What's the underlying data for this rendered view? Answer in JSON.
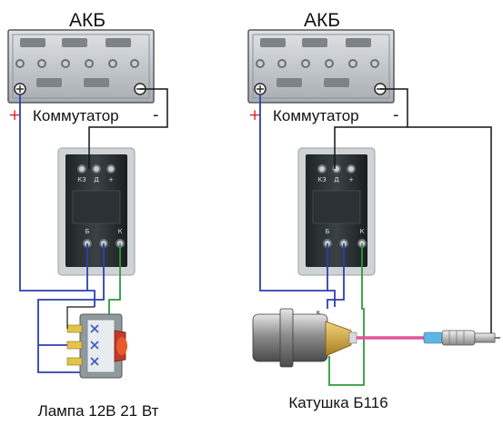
{
  "diagram": {
    "left": {
      "battery_label": "АКБ",
      "commutator_label": "Коммутатор",
      "plus_sign": "+",
      "minus_sign": "-",
      "module_terminals": [
        "КЗ",
        "Д",
        "+"
      ],
      "module_terminals_bottom": [
        "Б",
        "К"
      ],
      "load_caption": "Лампа 12В 21 Вт"
    },
    "right": {
      "battery_label": "АКБ",
      "commutator_label": "Коммутатор",
      "plus_sign": "+",
      "minus_sign": "-",
      "module_terminals": [
        "КЗ",
        "Д",
        "+"
      ],
      "module_terminals_bottom": [
        "Б",
        "К"
      ],
      "coil_terminal": "к",
      "load_caption": "Катушка Б116"
    },
    "colors": {
      "plus_wire": "#2d3fb0",
      "green_wire": "#2e9a3a",
      "black_wire": "#141414",
      "hv_wire": "#e0559a",
      "plus_mark": "#e0202a"
    }
  }
}
